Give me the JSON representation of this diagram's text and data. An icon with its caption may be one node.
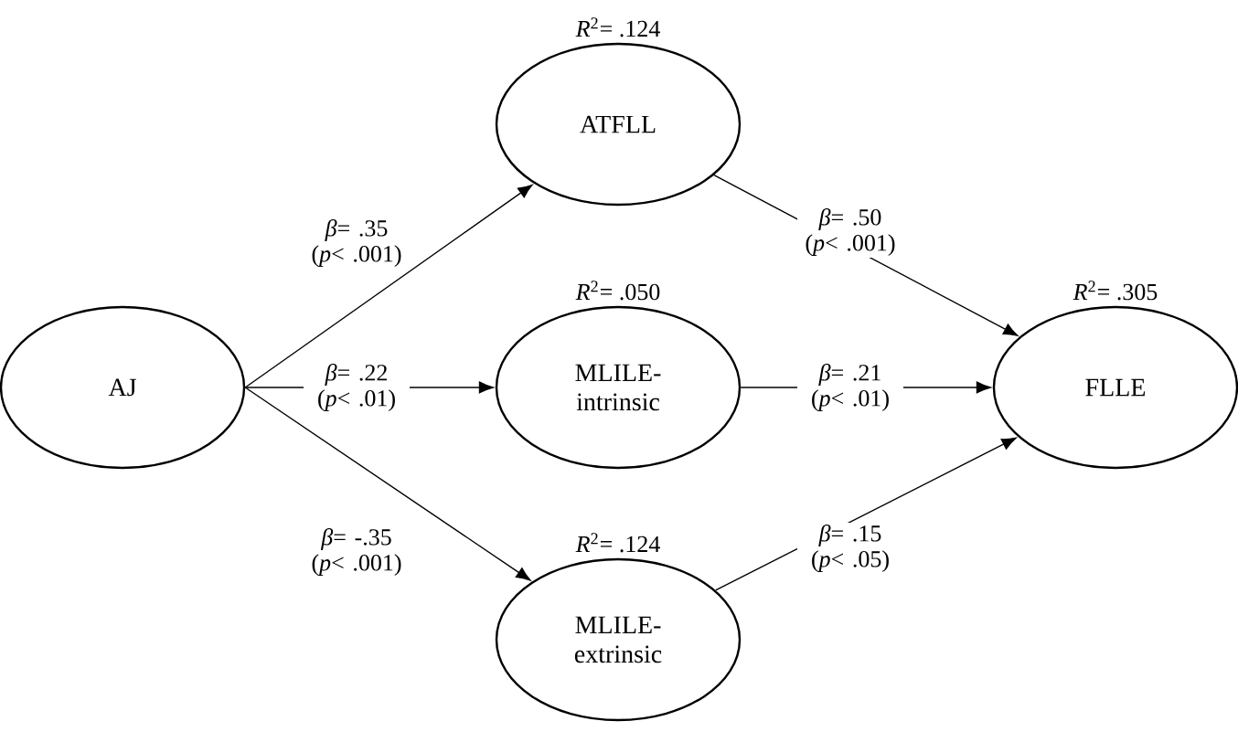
{
  "diagram": {
    "nodes": [
      {
        "text": [
          "AJ"
        ]
      },
      {
        "text": [
          "ATFLL"
        ],
        "beside": [
          "*R*$^{2}$= .124"
        ]
      },
      {
        "text": [
          "MLILE-intrinsic"
        ],
        "beside": [
          "*R*$^{2}$= .050"
        ]
      },
      {
        "text": [
          "MLILE-extrinsic"
        ],
        "beside": [
          "*R*$^{2}$= .124"
        ]
      },
      {
        "text": [
          "FLLE"
        ],
        "beside": [
          "*R*$^{2}$= .305"
        ]
      }
    ],
    "edges": [
      {
        "from": 0,
        "to": 1,
        "arrow": "to",
        "label": "*β*= .35 (*p*< .001)"
      },
      {
        "from": 0,
        "to": 2,
        "arrow": "to",
        "label": "*β*= .22 (*p*< .01)"
      },
      {
        "from": 0,
        "to": 3,
        "arrow": "to",
        "label": "*β*= -.35 (*p*< .001)"
      },
      {
        "from": 1,
        "to": 4,
        "arrow": "to",
        "label": "*β*= .50 (*p*< .001)"
      },
      {
        "from": 2,
        "to": 4,
        "arrow": "to",
        "label": "*β*= .21 (*p*< .01)"
      },
      {
        "from": 3,
        "to": 4,
        "arrow": "to",
        "label": "*β*= .15 (*p*< .05)"
      }
    ]
  }
}
